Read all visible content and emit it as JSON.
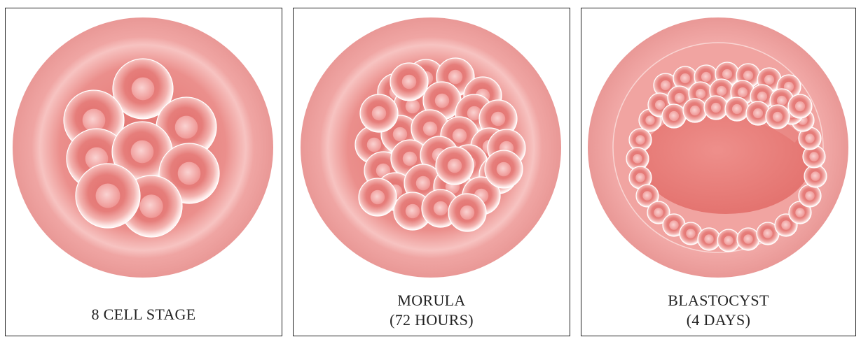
{
  "panels": [
    {
      "caption_line1": "8 CELL STAGE",
      "caption_line2": ""
    },
    {
      "caption_line1": "MORULA",
      "caption_line2": "(72 HOURS)"
    },
    {
      "caption_line1": "BLASTOCYST",
      "caption_line2": "(4 DAYS)"
    }
  ],
  "colors": {
    "zona_outer": "#f2aaa8",
    "zona_inner": "#eb8f8c",
    "cell_core": "#e06c6a",
    "cell_rim": "#fde4e2",
    "nucleus": "#f3a1a0",
    "cavity": "#e67a76",
    "border": "#222222"
  }
}
